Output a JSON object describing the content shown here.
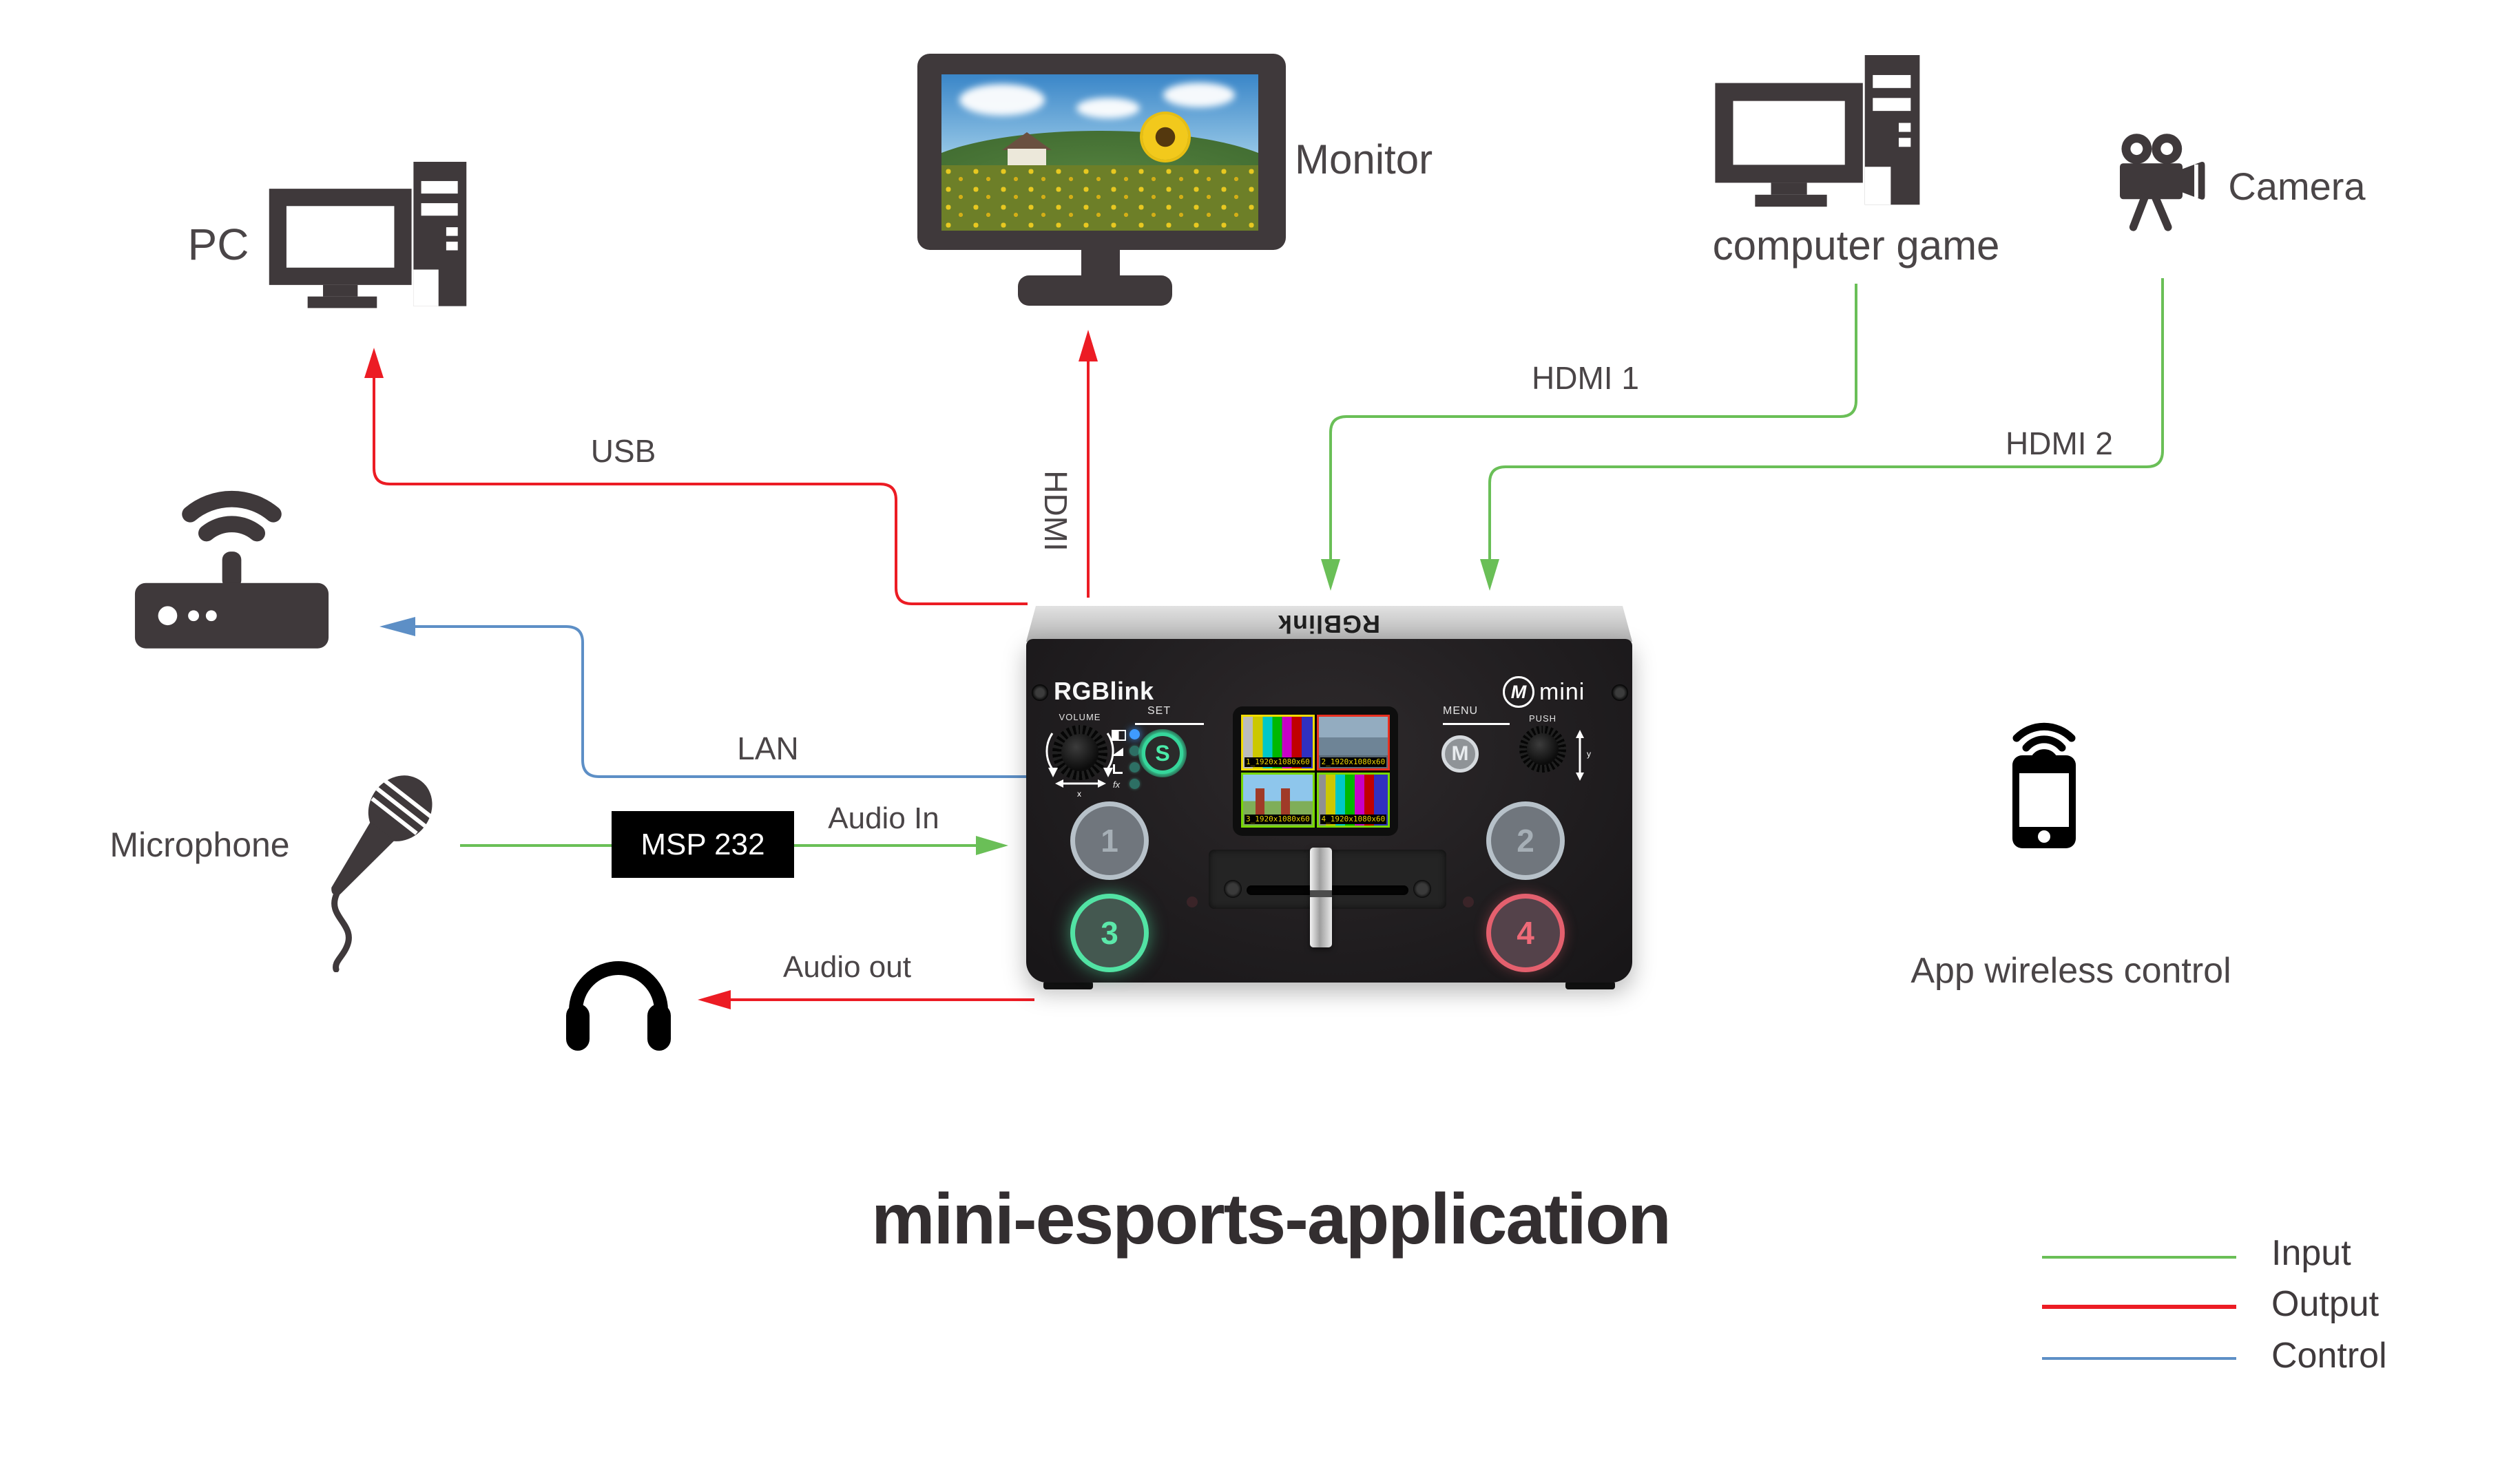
{
  "title": "mini-esports-application",
  "nodes": {
    "pc": {
      "label": "PC"
    },
    "monitor": {
      "label": "Monitor"
    },
    "computer_game": {
      "label": "computer game"
    },
    "camera": {
      "label": "Camera"
    },
    "microphone": {
      "label": "Microphone"
    },
    "msp232": {
      "label": "MSP 232"
    },
    "app": {
      "label": "App wireless control"
    }
  },
  "connections": {
    "usb": {
      "label": "USB",
      "type": "output"
    },
    "hdmi_out": {
      "label": "HDMI",
      "type": "output"
    },
    "hdmi1": {
      "label": "HDMI 1",
      "type": "input"
    },
    "hdmi2": {
      "label": "HDMI 2",
      "type": "input"
    },
    "lan": {
      "label": "LAN",
      "type": "control"
    },
    "audio_in": {
      "label": "Audio In",
      "type": "input"
    },
    "audio_out": {
      "label": "Audio out",
      "type": "output"
    }
  },
  "device": {
    "brand": "RGBlink",
    "brand_back": "RGBlink",
    "logo_m": "M",
    "model": "mini",
    "volume_label": "VOLUME",
    "set_label": "SET",
    "menu_label": "MENU",
    "push_label": "PUSH",
    "s_button": "S",
    "m_button": "M",
    "x_axis": "x",
    "y_axis": "y",
    "fx_label": "fx",
    "buttons": [
      "1",
      "2",
      "3",
      "4"
    ],
    "screen": {
      "quadrants": [
        {
          "label": "1_1920x1080x60"
        },
        {
          "label": "2_1920x1080x60"
        },
        {
          "label": "3_1920x1080x60"
        },
        {
          "label": "4_1920x1080x60"
        }
      ]
    }
  },
  "legend": [
    {
      "label": "Input",
      "color": "#6abf57"
    },
    {
      "label": "Output",
      "color": "#ec1c24"
    },
    {
      "label": "Control",
      "color": "#5d8fc6"
    }
  ],
  "colors": {
    "input": "#6abf57",
    "output": "#ec1c24",
    "control": "#5d8fc6",
    "icon": "#3f393b"
  }
}
